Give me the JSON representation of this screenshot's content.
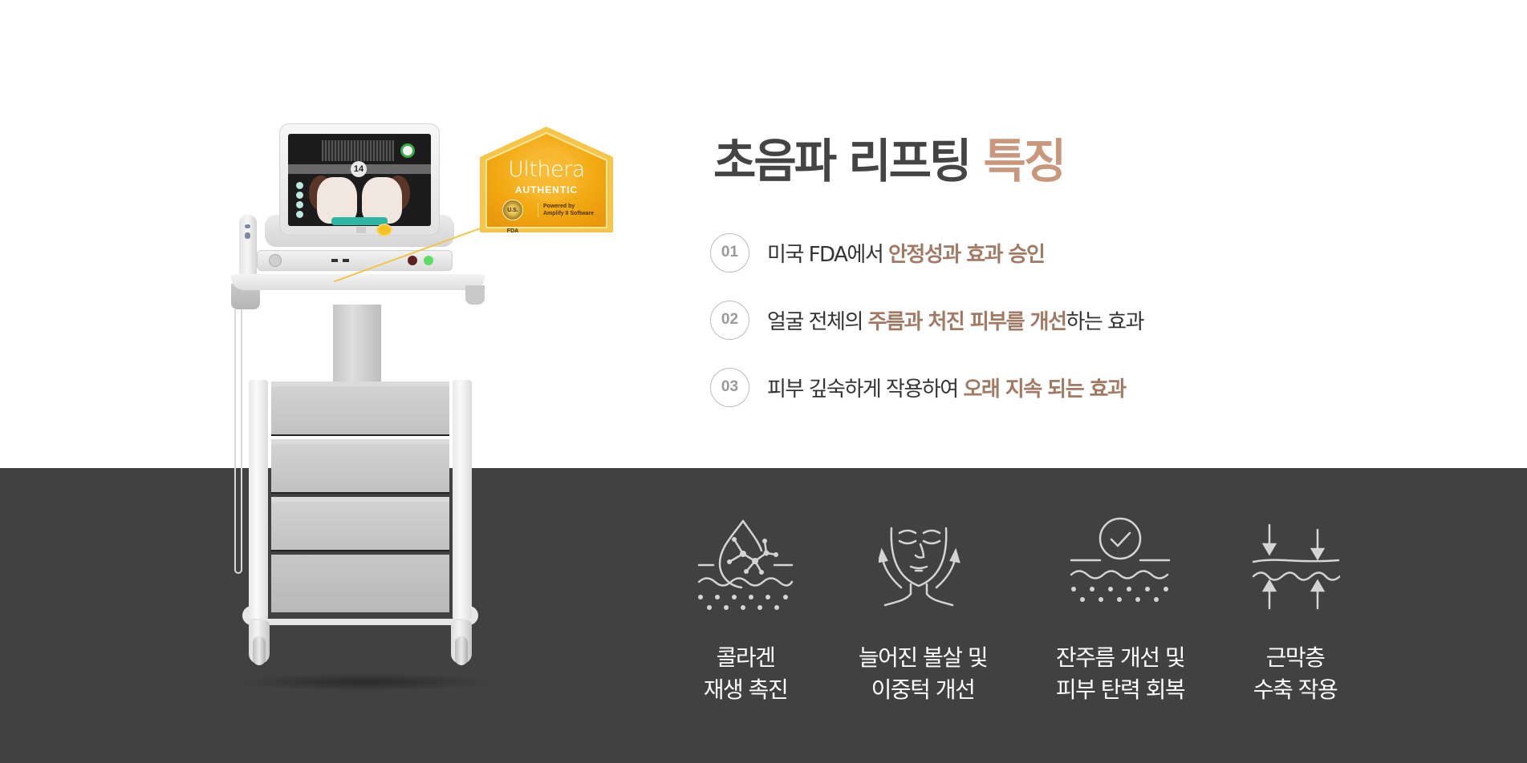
{
  "section": {
    "heading": {
      "main": "초음파 리프팅 ",
      "accent": "특징"
    },
    "features": [
      {
        "number": "01",
        "text_before": "미국 FDA에서 ",
        "highlight": "안정성과 효과 승인",
        "text_after": ""
      },
      {
        "number": "02",
        "text_before": "얼굴 전체의 ",
        "highlight": "주름과 처진 피부를 개선",
        "text_after": "하는 효과"
      },
      {
        "number": "03",
        "text_before": "피부 깊숙하게 작용하여 ",
        "highlight": "오래 지속 되는 효과",
        "text_after": ""
      }
    ]
  },
  "device": {
    "screen_number": "14",
    "badge": {
      "brand": "Ulthera",
      "subtitle": "AUTHENTIC",
      "seal": "U.S. FDA",
      "powered_line1": "Powered by",
      "powered_line2": "Amplify II Software"
    }
  },
  "effects": [
    {
      "icon": "collagen-molecule-icon",
      "line1": "콜라겐",
      "line2": "재생 촉진"
    },
    {
      "icon": "face-lift-icon",
      "line1": "늘어진 볼살 및",
      "line2": "이중턱 개선"
    },
    {
      "icon": "skin-check-icon",
      "line1": "잔주름 개선 및",
      "line2": "피부 탄력 회복"
    },
    {
      "icon": "fascia-contraction-icon",
      "line1": "근막층",
      "line2": "수축 작용"
    }
  ],
  "colors": {
    "heading_text": "#444444",
    "heading_accent": "#C9977D",
    "feature_highlight": "#A27A64",
    "dark_band": "#414141",
    "icon_stroke": "#D4D4D4"
  }
}
